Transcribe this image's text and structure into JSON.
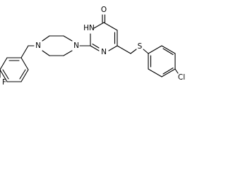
{
  "molecule": {
    "atoms": {
      "oxygen": "O",
      "nh": "HN",
      "n_pyrimidine": "N",
      "n_piperazine_1": "N",
      "n_piperazine_2": "N",
      "sulfur": "S",
      "fluorine": "F",
      "chlorine": "Cl"
    }
  }
}
